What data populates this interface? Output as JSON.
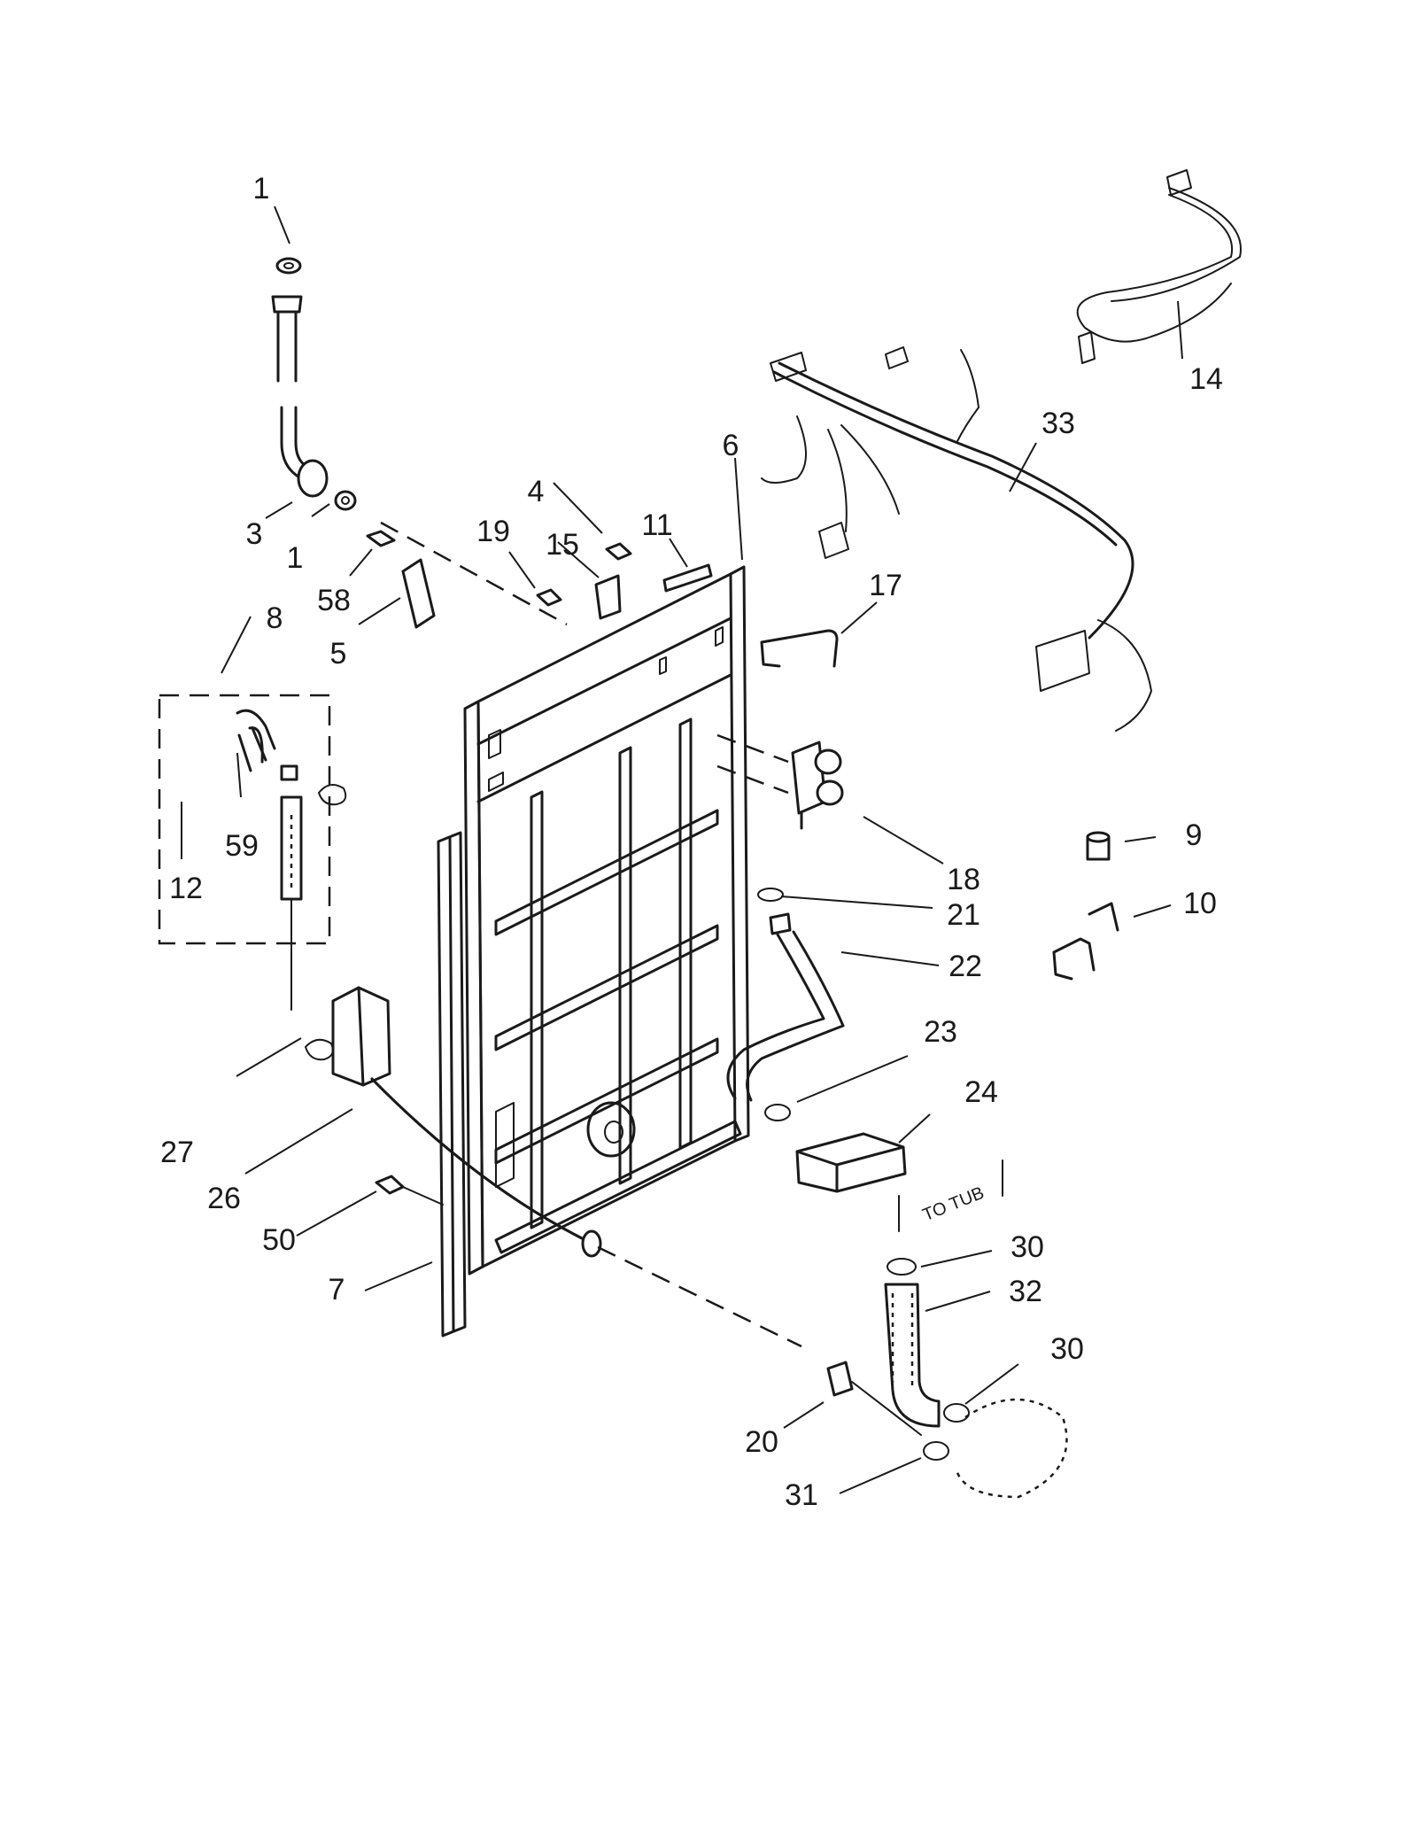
{
  "diagram": {
    "callouts": [
      {
        "id": "1a",
        "label": "1"
      },
      {
        "id": "1b",
        "label": "1"
      },
      {
        "id": "3",
        "label": "3"
      },
      {
        "id": "4",
        "label": "4"
      },
      {
        "id": "5",
        "label": "5"
      },
      {
        "id": "6",
        "label": "6"
      },
      {
        "id": "7",
        "label": "7"
      },
      {
        "id": "8",
        "label": "8"
      },
      {
        "id": "9",
        "label": "9"
      },
      {
        "id": "10",
        "label": "10"
      },
      {
        "id": "11",
        "label": "11"
      },
      {
        "id": "12",
        "label": "12"
      },
      {
        "id": "14",
        "label": "14"
      },
      {
        "id": "15",
        "label": "15"
      },
      {
        "id": "17",
        "label": "17"
      },
      {
        "id": "18",
        "label": "18"
      },
      {
        "id": "19",
        "label": "19"
      },
      {
        "id": "20",
        "label": "20"
      },
      {
        "id": "21",
        "label": "21"
      },
      {
        "id": "22",
        "label": "22"
      },
      {
        "id": "23",
        "label": "23"
      },
      {
        "id": "24",
        "label": "24"
      },
      {
        "id": "26",
        "label": "26"
      },
      {
        "id": "27",
        "label": "27"
      },
      {
        "id": "30a",
        "label": "30"
      },
      {
        "id": "30b",
        "label": "30"
      },
      {
        "id": "31",
        "label": "31"
      },
      {
        "id": "32",
        "label": "32"
      },
      {
        "id": "33",
        "label": "33"
      },
      {
        "id": "50",
        "label": "50"
      },
      {
        "id": "58",
        "label": "58"
      },
      {
        "id": "59",
        "label": "59"
      }
    ],
    "annotation_to_tub": "TO TUB"
  }
}
